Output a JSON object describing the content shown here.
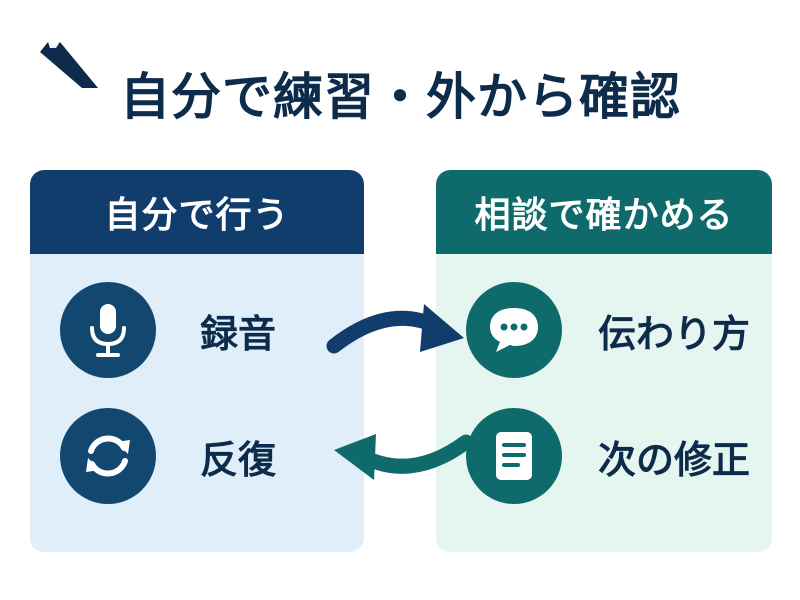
{
  "title": "自分で練習・外から確認",
  "colors": {
    "navy": "#113d6d",
    "teal": "#0f6b6b",
    "left_panel_bg": "#e0eefa",
    "right_panel_bg": "#e5f5ef",
    "text": "#0d2b4a"
  },
  "left_panel": {
    "header": "自分で行う",
    "items": [
      {
        "label": "録音",
        "icon": "microphone-icon"
      },
      {
        "label": "反復",
        "icon": "refresh-icon"
      }
    ]
  },
  "right_panel": {
    "header": "相談で確かめる",
    "items": [
      {
        "label": "伝わり方",
        "icon": "chat-bubble-icon"
      },
      {
        "label": "次の修正",
        "icon": "document-icon"
      }
    ]
  },
  "arrows": [
    {
      "from": "録音",
      "to": "伝わり方",
      "color": "#113d6d"
    },
    {
      "from": "次の修正",
      "to": "反復",
      "color": "#0f6b6b"
    }
  ]
}
